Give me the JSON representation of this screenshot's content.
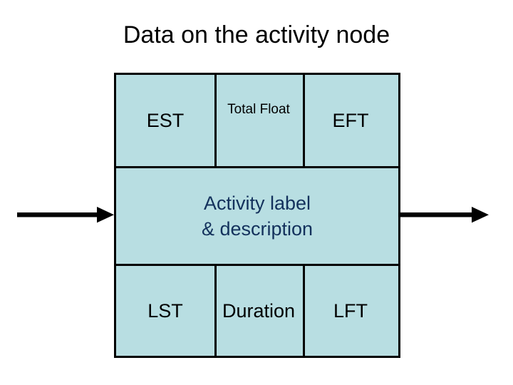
{
  "slide": {
    "title": "Data on the activity node",
    "title_color": "#000000",
    "background_color": "#ffffff"
  },
  "node": {
    "fill_color": "#b8dee2",
    "border_color": "#000000",
    "rows": [
      {
        "name": "top-row",
        "cells": [
          {
            "name": "est",
            "label": "EST",
            "size": "large",
            "color": "#000000"
          },
          {
            "name": "total-float",
            "label": "Total Float",
            "size": "small",
            "color": "#000000"
          },
          {
            "name": "eft",
            "label": "EFT",
            "size": "large",
            "color": "#000000"
          }
        ]
      },
      {
        "name": "middle-row",
        "cells": [
          {
            "name": "activity-label",
            "line1": "Activity label",
            "line2": "& description",
            "color": "#13315c"
          }
        ]
      },
      {
        "name": "bottom-row",
        "cells": [
          {
            "name": "lst",
            "label": "LST",
            "size": "large",
            "color": "#000000"
          },
          {
            "name": "duration",
            "label": "Duration",
            "size": "large",
            "color": "#000000"
          },
          {
            "name": "lft",
            "label": "LFT",
            "size": "large",
            "color": "#000000"
          }
        ]
      }
    ]
  },
  "arrows": {
    "incoming": {
      "name": "incoming-arrow",
      "direction": "right",
      "color": "#000000"
    },
    "outgoing": {
      "name": "outgoing-arrow",
      "direction": "right",
      "color": "#000000"
    }
  }
}
